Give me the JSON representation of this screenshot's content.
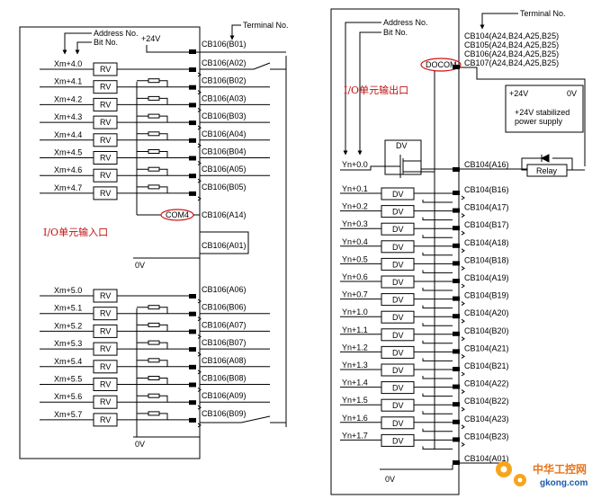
{
  "left": {
    "address_no_label": "Address No.",
    "bit_no_label": "Bit No.",
    "terminal_no_label": "Terminal No.",
    "plus24v_label": "+24V",
    "b01_terminal": "CB106(B01)",
    "rv_label": "RV",
    "input_group_label": "I/O单元输入口",
    "com4_label": "COM4",
    "com4_terminal": "CB106(A14)",
    "a01_terminal": "CB106(A01)",
    "zero_v_label": "0V",
    "groups": [
      {
        "rows": [
          {
            "addr": "Xm+4.0",
            "terminal": "CB106(A02)"
          },
          {
            "addr": "Xm+4.1",
            "terminal": "CB106(B02)"
          },
          {
            "addr": "Xm+4.2",
            "terminal": "CB106(A03)"
          },
          {
            "addr": "Xm+4.3",
            "terminal": "CB106(B03)"
          },
          {
            "addr": "Xm+4.4",
            "terminal": "CB106(A04)"
          },
          {
            "addr": "Xm+4.5",
            "terminal": "CB106(B04)"
          },
          {
            "addr": "Xm+4.6",
            "terminal": "CB106(A05)"
          },
          {
            "addr": "Xm+4.7",
            "terminal": "CB106(B05)"
          }
        ]
      },
      {
        "rows": [
          {
            "addr": "Xm+5.0",
            "terminal": "CB106(A06)"
          },
          {
            "addr": "Xm+5.1",
            "terminal": "CB106(B06)"
          },
          {
            "addr": "Xm+5.2",
            "terminal": "CB106(A07)"
          },
          {
            "addr": "Xm+5.3",
            "terminal": "CB106(B07)"
          },
          {
            "addr": "Xm+5.4",
            "terminal": "CB106(A08)"
          },
          {
            "addr": "Xm+5.5",
            "terminal": "CB106(B08)"
          },
          {
            "addr": "Xm+5.6",
            "terminal": "CB106(A09)"
          },
          {
            "addr": "Xm+5.7",
            "terminal": "CB106(B09)"
          }
        ]
      }
    ]
  },
  "right": {
    "address_no_label": "Address No.",
    "bit_no_label": "Bit No.",
    "terminal_no_label": "Terminal No.",
    "top_terminals": [
      "CB104(A24,B24,A25,B25)",
      "CB105(A24,B24,A25,B25)",
      "CB106(A24,B24,A25,B25)",
      "CB107(A24,B24,A25,B25)"
    ],
    "docom_label": "DOCOM",
    "output_group_label": "I/O单元输出口",
    "power_supply": {
      "plus": "+24V",
      "zero": "0V",
      "line1": "+24V stabilized",
      "line2": "power supply"
    },
    "dv_label": "DV",
    "relay_label": "Relay",
    "first_row": {
      "addr": "Yn+0.0",
      "terminal": "CB104(A16)"
    },
    "rows": [
      {
        "addr": "Yn+0.1",
        "terminal": "CB104(B16)"
      },
      {
        "addr": "Yn+0.2",
        "terminal": "CB104(A17)"
      },
      {
        "addr": "Yn+0.3",
        "terminal": "CB104(B17)"
      },
      {
        "addr": "Yn+0.4",
        "terminal": "CB104(A18)"
      },
      {
        "addr": "Yn+0.5",
        "terminal": "CB104(B18)"
      },
      {
        "addr": "Yn+0.6",
        "terminal": "CB104(A19)"
      },
      {
        "addr": "Yn+0.7",
        "terminal": "CB104(B19)"
      },
      {
        "addr": "Yn+1.0",
        "terminal": "CB104(A20)"
      },
      {
        "addr": "Yn+1.1",
        "terminal": "CB104(B20)"
      },
      {
        "addr": "Yn+1.2",
        "terminal": "CB104(A21)"
      },
      {
        "addr": "Yn+1.3",
        "terminal": "CB104(B21)"
      },
      {
        "addr": "Yn+1.4",
        "terminal": "CB104(A22)"
      },
      {
        "addr": "Yn+1.5",
        "terminal": "CB104(B22)"
      },
      {
        "addr": "Yn+1.6",
        "terminal": "CB104(A23)"
      },
      {
        "addr": "Yn+1.7",
        "terminal": "CB104(B23)"
      }
    ],
    "last_terminal": "CB104(A01)",
    "zero_v_label": "0V"
  },
  "watermark": {
    "brand": "中华工控网",
    "url": "gkong.com"
  }
}
